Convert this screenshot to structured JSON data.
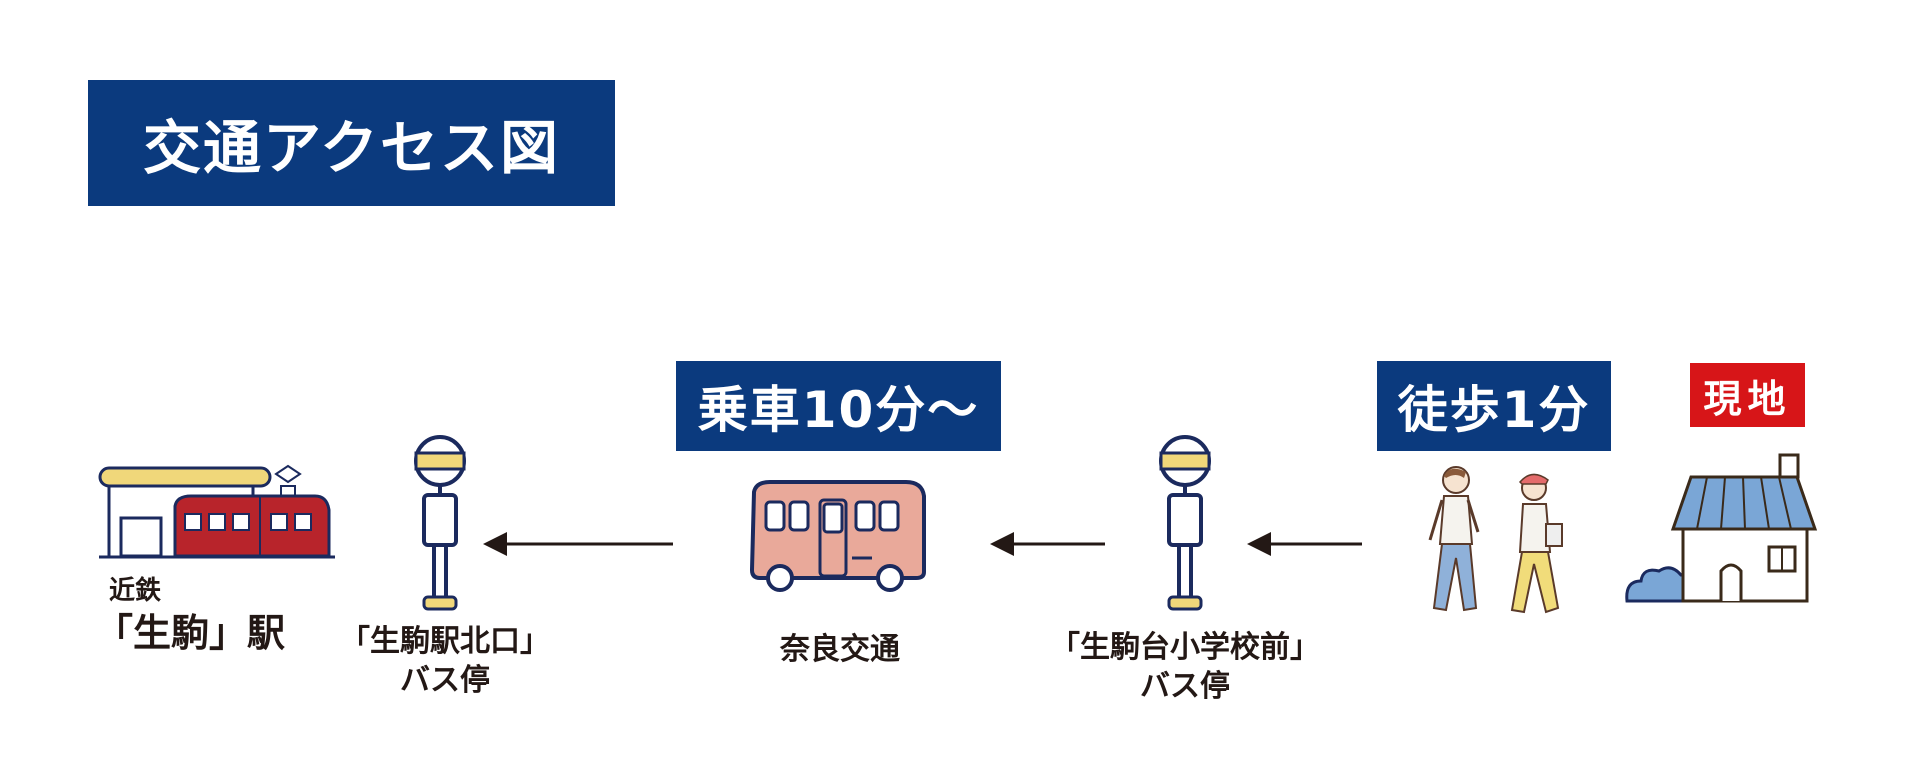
{
  "title": "交通アクセス図",
  "ride_time": "乗車10分～",
  "walk_time": "徒歩1分",
  "site_badge": "現地",
  "station": {
    "line1": "近鉄",
    "line2": "「生駒」駅"
  },
  "bus_stop_north": {
    "line1": "「生駒駅北口」",
    "line2": "バス停"
  },
  "bus_company": "奈良交通",
  "bus_stop_school": {
    "line1": "「生駒台小学校前」",
    "line2": "バス停"
  },
  "colors": {
    "banner": "#0b3a7e",
    "badge": "#d71518",
    "train": "#b8242b",
    "bus": "#e9a99a",
    "roof": "#7aa6d6",
    "outline": "#1b2a5e"
  },
  "icons": [
    "station-icon",
    "bus-stop-icon",
    "bus-icon",
    "bus-stop-icon",
    "walking-people-icon",
    "house-icon"
  ]
}
